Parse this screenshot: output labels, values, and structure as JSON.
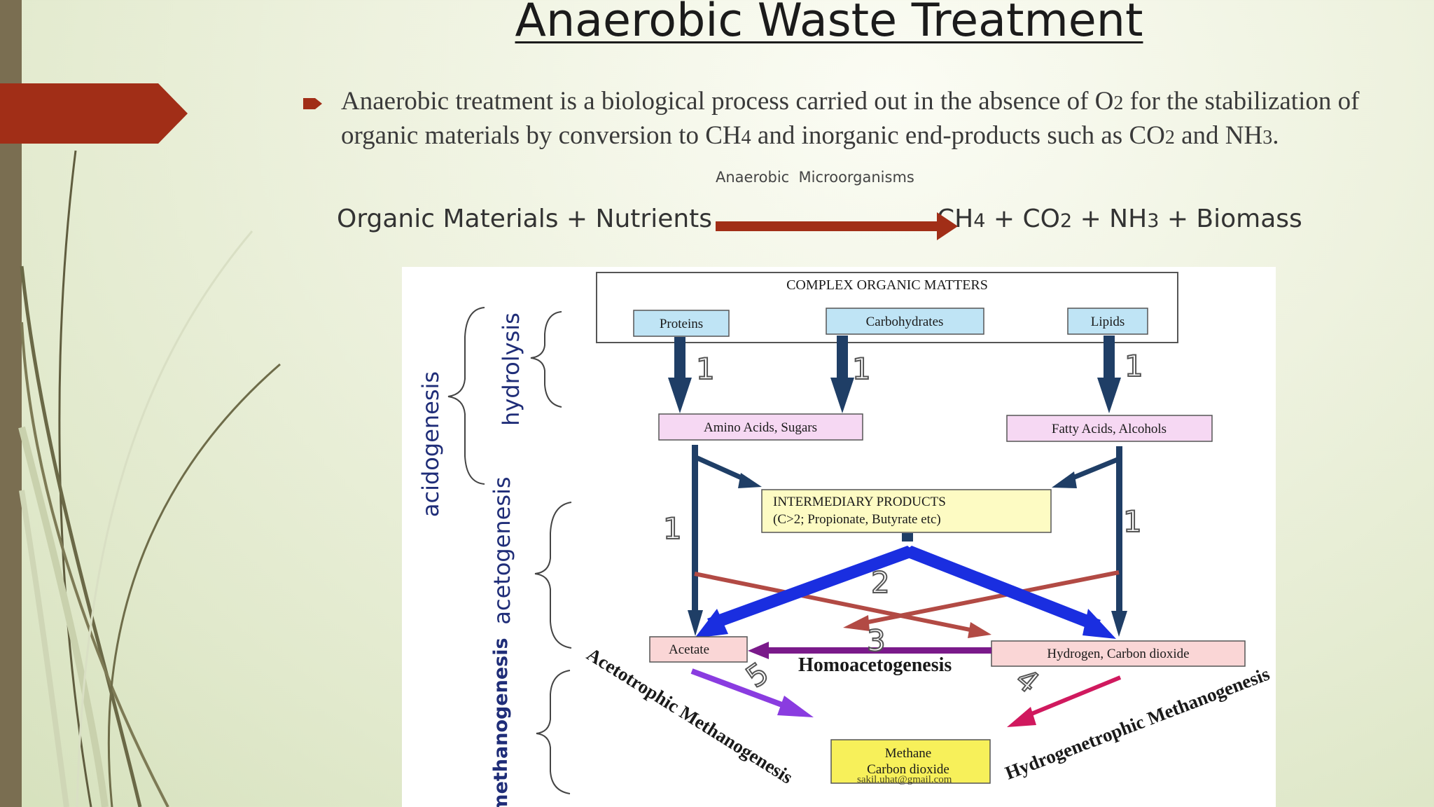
{
  "slide": {
    "title": "Anaerobic Waste Treatment",
    "bullet": {
      "text_1": "Anaerobic treatment is a biological process carried out in the absence of O",
      "sub_1": "2",
      "text_2": " for the stabilization of organic materials by conversion to CH",
      "sub_2": "4",
      "text_3": " and inorganic end-products such as CO",
      "sub_3": "2",
      "text_4": " and NH",
      "sub_4": "3",
      "text_5": "."
    },
    "equation": {
      "catalyst": "Anaerobic  Microorganisms",
      "reactants": "Organic Materials + Nutrients",
      "p1": "CH",
      "p1_sub": "4",
      "p2": " + CO",
      "p2_sub": "2",
      "p3": " + NH",
      "p3_sub": "3",
      "p4": " + Biomass"
    }
  },
  "diagram": {
    "complex_organic": "COMPLEX ORGANIC MATTERS",
    "proteins": "Proteins",
    "carbohydrates": "Carbohydrates",
    "lipids": "Lipids",
    "amino_acids": "Amino Acids, Sugars",
    "fatty_acids": "Fatty Acids, Alcohols",
    "intermediary_1": "INTERMEDIARY PRODUCTS",
    "intermediary_2": "(C>2; Propionate, Butyrate etc)",
    "acetate": "Acetate",
    "hydrogen": "Hydrogen, Carbon dioxide",
    "homoacetogenesis": "Homoacetogenesis",
    "methane_1": "Methane",
    "methane_2": "Carbon dioxide",
    "acetotrophic": "Acetotrophic Methanogenesis",
    "hydrogenotrophic": "Hydrogenetrophic Methanogenesis",
    "watermark": "sakil.uhat@gmail.com",
    "stages": {
      "acidogenesis": "acidogenesis",
      "hydrolysis": "hydrolysis",
      "acetogenesis": "acetogenesis",
      "methanogenesis": "methanogenesis"
    },
    "step_numbers": {
      "n1a": "1",
      "n1b": "1",
      "n1c": "1",
      "n1d": "1",
      "n1e": "1",
      "n2": "2",
      "n3": "3",
      "n4": "4",
      "n5": "5"
    }
  },
  "colors": {
    "accent_red": "#a12e17",
    "left_bar": "#7a6e51",
    "arrow_navy": "#1f3e66",
    "arrow_blue": "#1a2ee0",
    "arrow_brown": "#b24a44",
    "arrow_purple": "#7a1a8a",
    "arrow_violet": "#8a3ce0",
    "arrow_magenta": "#d0195e"
  }
}
